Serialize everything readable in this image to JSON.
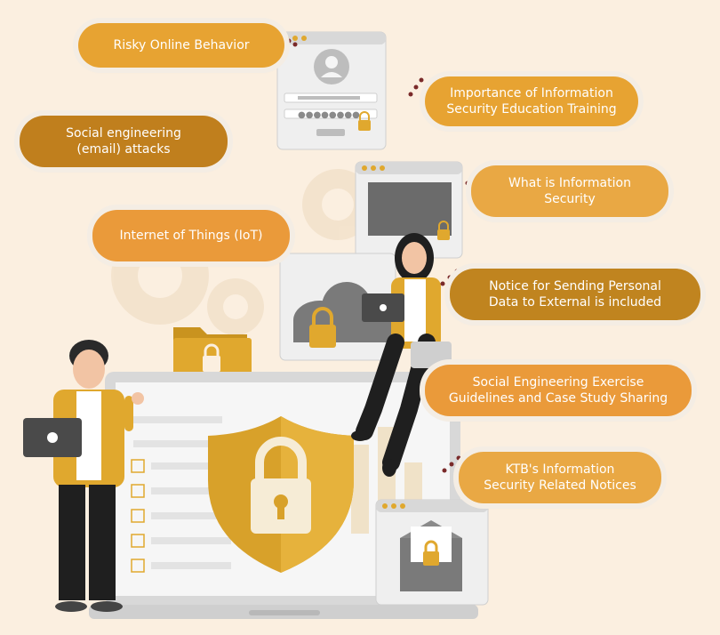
{
  "topics": [
    {
      "id": "risky",
      "label": "Risky Online Behavior",
      "color": "#e7a332"
    },
    {
      "id": "importance",
      "label": "Importance of Information\nSecurity Education Training",
      "color": "#e7a332"
    },
    {
      "id": "social-email",
      "label": "Social engineering\n(email) attacks",
      "color": "#c07f1d"
    },
    {
      "id": "what-is",
      "label": "What is Information\nSecurity",
      "color": "#e9a844"
    },
    {
      "id": "iot",
      "label": "Internet of Things (IoT)",
      "color": "#ea9a3a"
    },
    {
      "id": "notice-personal",
      "label": "Notice for Sending Personal\nData to External is included",
      "color": "#c0841f"
    },
    {
      "id": "social-exercise",
      "label": "Social Engineering Exercise\nGuidelines and Case Study Sharing",
      "color": "#ea9a3a"
    },
    {
      "id": "ktb-notices",
      "label": "KTB's Information\nSecurity Related Notices",
      "color": "#e9a844"
    }
  ],
  "colors": {
    "background": "#fbefe0",
    "gold": "#e0a82e",
    "dark_gold": "#b67d1c",
    "gray_panel": "#f1f1f1",
    "dark_gray": "#6b6b6b"
  },
  "icons": [
    "user-icon",
    "lock-icon",
    "shield-lock-icon",
    "cloud-lock-icon",
    "folder-lock-icon",
    "envelope-lock-icon",
    "laptop-icon",
    "gear-icon"
  ]
}
